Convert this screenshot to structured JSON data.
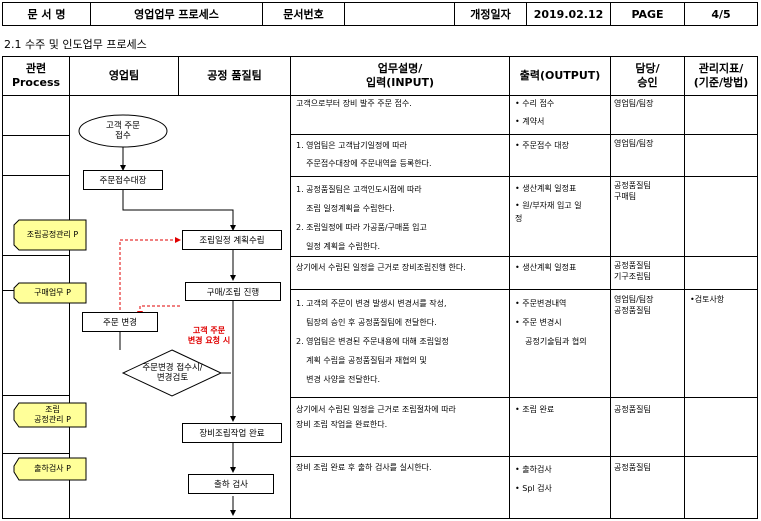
{
  "header": {
    "doc_name_label": "문 서 명",
    "doc_name_value": "영업업무 프로세스",
    "doc_no_label": "문서번호",
    "doc_no_value": "",
    "rev_date_label": "개정일자",
    "rev_date_value": "2019.02.12",
    "page_label": "PAGE",
    "page_value": "4/5"
  },
  "section_title": "2.1 수주 및 인도업무 프로세스",
  "columns": {
    "related_process_1": "관련",
    "related_process_2": "Process",
    "sales_team": "영업팀",
    "qa_team": "공정 품질팀",
    "desc_1": "업무설명/",
    "desc_2": "입력(INPUT)",
    "output": "출력(OUTPUT)",
    "owner_1": "담당/",
    "owner_2": "승인",
    "kpi_1": "관리지표/",
    "kpi_2": "(기준/방법)"
  },
  "related_processes": [
    "조립공정관리 P",
    "구매업무 P",
    "조립\n공정관리 P",
    "출하검사 P"
  ],
  "flow": {
    "start": "고객 주문\n접수",
    "order_ledger": "주문접수대장",
    "assembly_plan": "조립일정 계획수립",
    "purchase_assembly": "구매/조립 진행",
    "order_change": "주문 변경",
    "change_review": "주문변경 접수시/\n변경검토",
    "change_request_note": "고객 주문\n변경 요청 시",
    "assembly_done": "장비조립작업 완료",
    "shipping_inspection": "출하 검사"
  },
  "rows": [
    {
      "desc": [
        "고객으로부터 장비 발주 주문 접수."
      ],
      "output": [
        "• 수리 접수",
        "• 계약서"
      ],
      "owner": [
        "영업팀/팀장"
      ],
      "kpi": []
    },
    {
      "desc": [
        "1. 영업팀은 고객납기일정에 따라",
        "    주문접수대장에 주문내역을 등록한다."
      ],
      "output": [
        "• 주문접수 대장"
      ],
      "owner": [
        "영업팀/팀장"
      ],
      "kpi": []
    },
    {
      "desc": [
        "1. 공정품질팀은 고객인도시점에 따라",
        "    조립 일정계획을 수립한다.",
        "2. 조립일정에 따라 가공품/구매품 입고",
        "    일정 계획을 수립한다."
      ],
      "output": [
        "• 생산계획 일정표",
        "• 원/부자재 입고 일",
        "정"
      ],
      "owner": [
        "공정품질팀",
        "구매팀"
      ],
      "kpi": []
    },
    {
      "desc": [
        "상기에서 수립된 일정을 근거로 장비조립진행 한다."
      ],
      "output": [
        "• 생산계획 일정표"
      ],
      "owner": [
        "공정품질팀",
        "기구조립팀"
      ],
      "kpi": []
    },
    {
      "desc": [
        "1. 고객의 주문이 변경 발생시 변경서를 작성,",
        "    팀장의 승인 후 공정품질팀에 전달한다.",
        "2. 영업팀은 변경된 주문내용에 대해 조립일정",
        "    계획 수립을 공정품질팀과 재협의 및",
        "    변경 사양을 전달한다."
      ],
      "output": [
        "• 주문변경내역",
        "• 주문 변경시",
        "    공정기술팀과 협의"
      ],
      "owner": [
        "영업팀/팀장",
        "공정품질팀"
      ],
      "kpi": [
        "•검토사항"
      ]
    },
    {
      "desc": [
        "상기에서 수립된 일정을 근거로 조립절차에 따라",
        "장비 조립 작업을 완료한다."
      ],
      "output": [
        "• 조립 완료"
      ],
      "owner": [
        "공정품질팀"
      ],
      "kpi": []
    },
    {
      "desc": [
        "장비 조립 완료 후 출하 검사를 실시한다."
      ],
      "output": [
        "• 출하검사",
        "• Spl 검사"
      ],
      "owner": [
        "공정품질팀"
      ],
      "kpi": []
    }
  ]
}
